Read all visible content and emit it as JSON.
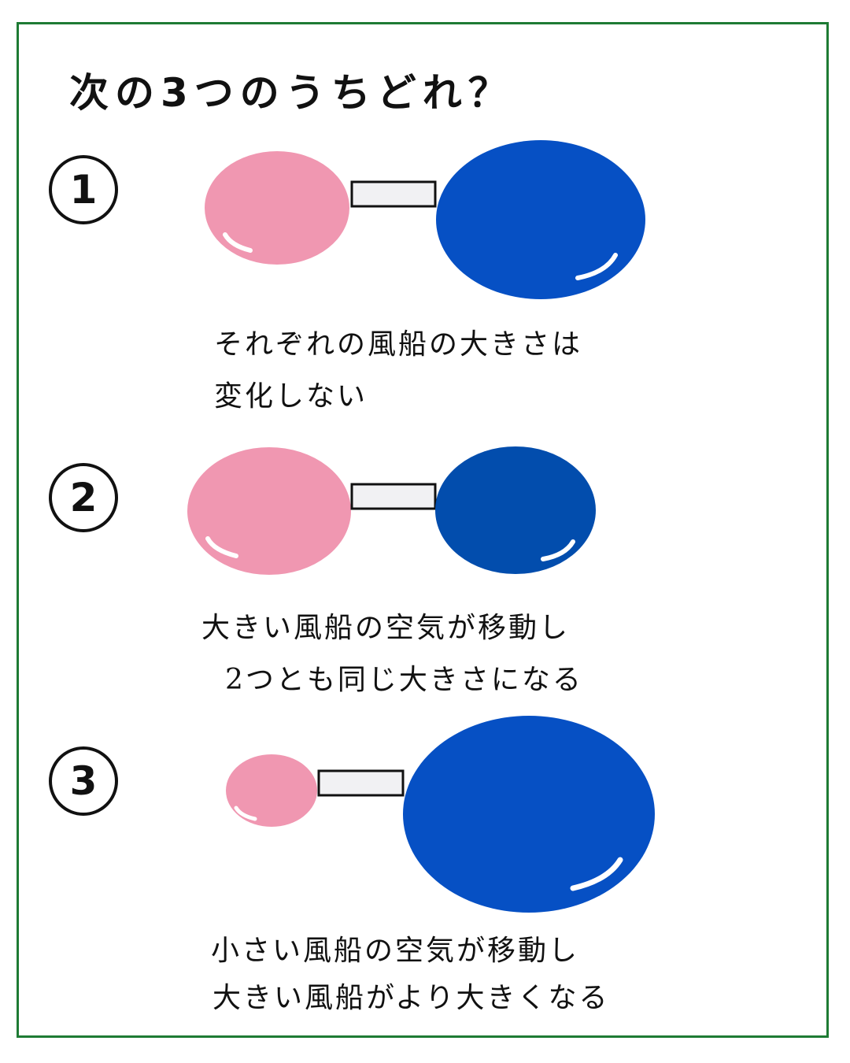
{
  "title": "次の3つのうちどれ？",
  "colors": {
    "frame": "#1e7b34",
    "pink_balloon": "#f097b1",
    "blue_balloon": "#0650c4",
    "blue_balloon_dark": "#024dad",
    "connector": "#f1f1f3"
  },
  "options": [
    {
      "number": "1",
      "caption_line1": "それぞれの風船の大きさは",
      "caption_line2": "変化しない"
    },
    {
      "number": "2",
      "caption_line1": "大きい風船の空気が移動し",
      "caption_line2": "2つとも同じ大きさになる"
    },
    {
      "number": "3",
      "caption_line1": "小さい風船の空気が移動し",
      "caption_line2": "大きい風船がより大きくなる"
    }
  ]
}
